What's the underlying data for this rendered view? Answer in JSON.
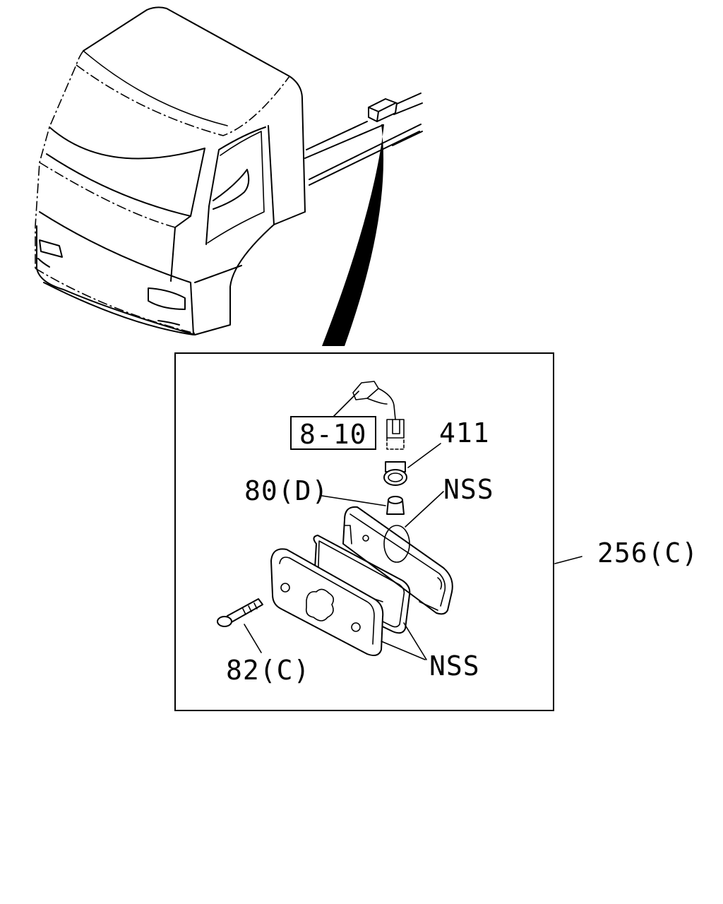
{
  "labels": {
    "ref_box": "8-10",
    "part_411": "411",
    "part_80d": "80(D)",
    "nss_top": "NSS",
    "part_256c": "256(C)",
    "part_82c": "82(C)",
    "nss_bottom": "NSS"
  }
}
